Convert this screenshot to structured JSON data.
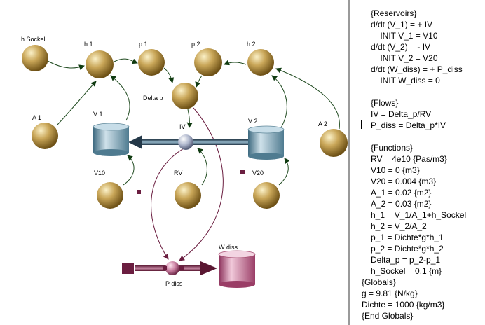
{
  "diagram": {
    "nodes": {
      "h_sockel": "h Sockel",
      "h1": "h 1",
      "p1": "p 1",
      "p2": "p 2",
      "h2": "h 2",
      "delta_p": "Delta p",
      "a1": "A 1",
      "a2": "A 2",
      "v1": "V 1",
      "v2": "V 2",
      "iv": "IV",
      "v10": "V10",
      "rv": "RV",
      "v20": "V20",
      "w_diss": "W diss",
      "p_diss": "P diss"
    }
  },
  "equations": [
    "{Reservoirs}",
    "d/dt (V_1) = + IV",
    "    INIT V_1 = V10",
    "d/dt (V_2) = - IV",
    "    INIT V_2 = V20",
    "d/dt (W_diss) = + P_diss",
    "    INIT W_diss = 0",
    "",
    "{Flows}",
    "IV = Delta_p/RV",
    "P_diss = Delta_p*IV",
    "",
    "{Functions}",
    "RV = 4e10 {Pas/m3}",
    "V10 = 0 {m3}",
    "V20 = 0.004 {m3}",
    "A_1 = 0.02 {m2}",
    "A_2 = 0.03 {m2}",
    "h_1 = V_1/A_1+h_Sockel",
    "h_2 = V_2/A_2",
    "p_1 = Dichte*g*h_1",
    "p_2 = Dichte*g*h_2",
    "Delta_p = p_2-p_1",
    "h_Sockel = 0.1 {m}",
    "{Globals}",
    "g = 9.81 {N/kg}",
    "Dichte = 1000 {kg/m3}",
    "{End Globals}"
  ],
  "colors": {
    "converter": "#b08a3c",
    "reservoir_water": "#5f8799",
    "reservoir_energy": "#a84f72",
    "connector": "#1f4a1f",
    "energy_connector": "#6b1e40"
  }
}
